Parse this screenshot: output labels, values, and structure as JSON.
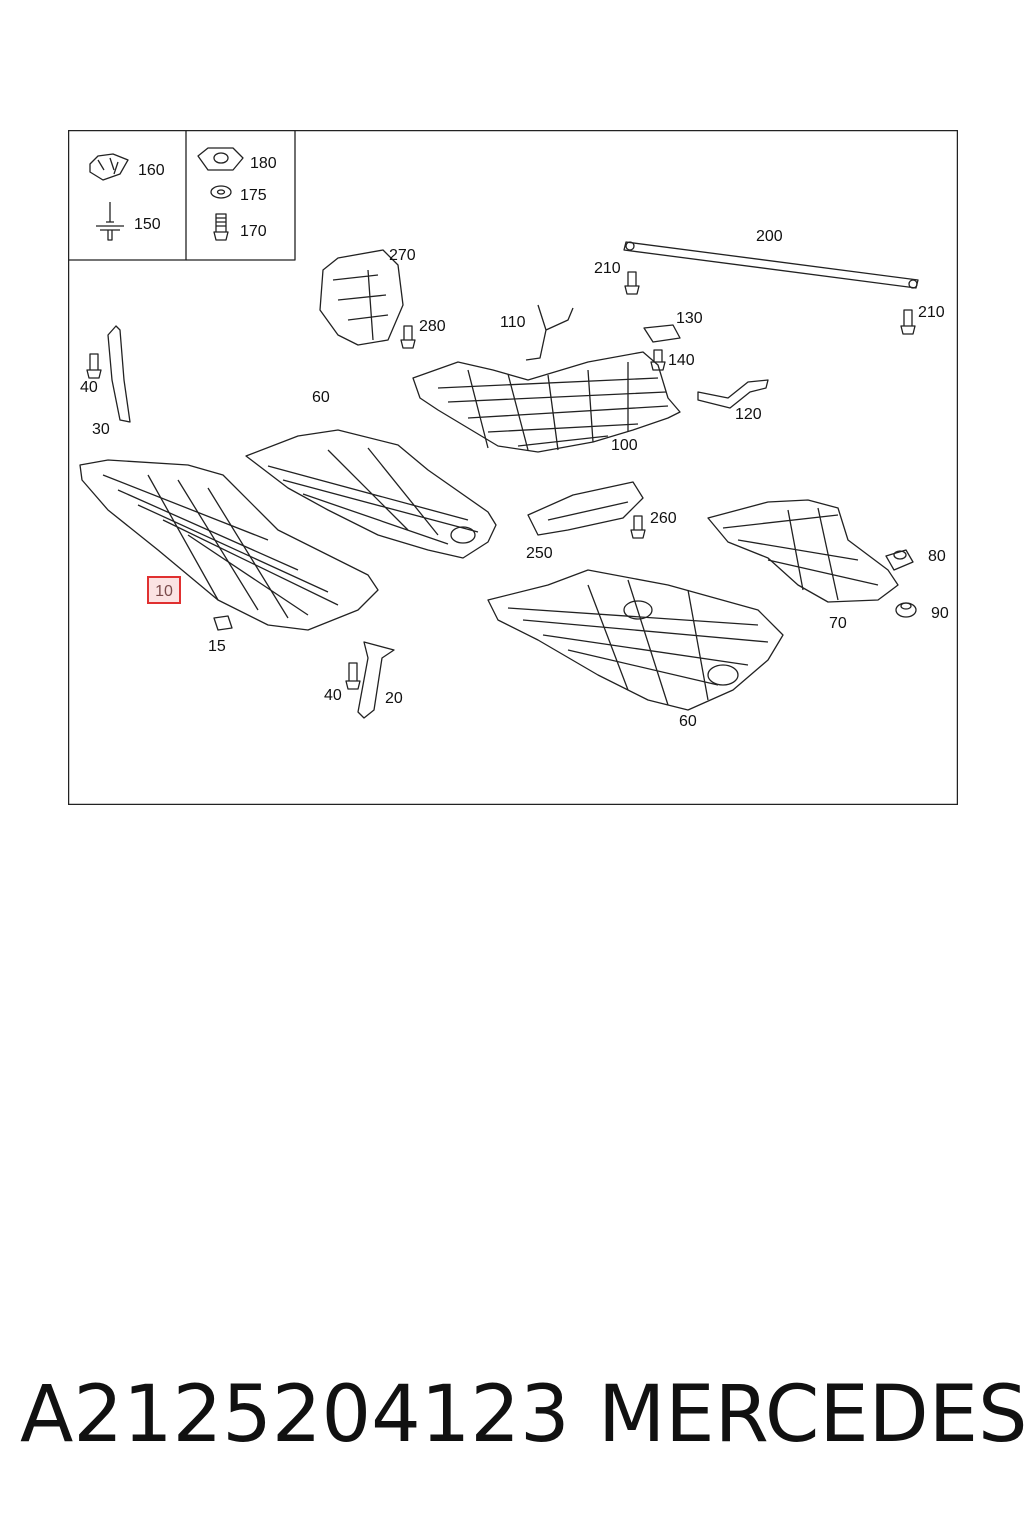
{
  "legend": {
    "box1": [
      {
        "label": "160",
        "icon": "clip-nut-icon"
      },
      {
        "label": "150",
        "icon": "push-rivet-icon"
      }
    ],
    "box2": [
      {
        "label": "180",
        "icon": "u-nut-icon"
      },
      {
        "label": "175",
        "icon": "washer-icon"
      },
      {
        "label": "170",
        "icon": "bolt-icon"
      }
    ]
  },
  "callouts": {
    "c270": "270",
    "c280": "280",
    "c200": "200",
    "c210a": "210",
    "c210b": "210",
    "c110": "110",
    "c130": "130",
    "c140": "140",
    "c120": "120",
    "c100": "100",
    "c40a": "40",
    "c30": "30",
    "c60a": "60",
    "c10": "10",
    "c15": "15",
    "c40b": "40",
    "c20": "20",
    "c250": "250",
    "c260": "260",
    "c80": "80",
    "c90": "90",
    "c70": "70",
    "c60b": "60"
  },
  "highlight": {
    "part": "10",
    "border_color": "#e03030",
    "fill_color": "#fbe3e3"
  },
  "footer": {
    "part_number": "A2125204123",
    "brand": "MERCEDES"
  }
}
